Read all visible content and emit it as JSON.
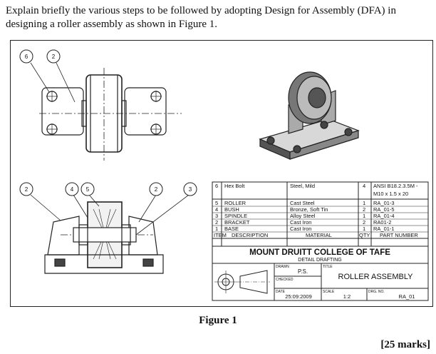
{
  "question": {
    "text": "Explain briefly the various steps to be followed by adopting Design for Assembly (DFA) in designing a roller assembly as shown in Figure 1."
  },
  "balloons": {
    "top": [
      "6",
      "2"
    ],
    "bottom": [
      "2",
      "4",
      "5",
      "2",
      "3"
    ]
  },
  "parts_list": {
    "rows": [
      {
        "item": "6",
        "description": "Hex Bolt",
        "material": "Steel, Mild",
        "qty": "4",
        "part_number": "ANSI B18.2.3.5M -",
        "part_number_2": "M10 x 1.5 x 20"
      },
      {
        "item": "5",
        "description": "ROLLER",
        "material": "Cast Steel",
        "qty": "1",
        "part_number": "RA_01-3"
      },
      {
        "item": "4",
        "description": "BUSH",
        "material": "Bronze, Soft Tin",
        "qty": "2",
        "part_number": "RA_01-5"
      },
      {
        "item": "3",
        "description": "SPINDLE",
        "material": "Alloy Steel",
        "qty": "1",
        "part_number": "RA_01-4"
      },
      {
        "item": "2",
        "description": "BRACKET",
        "material": "Cast Iron",
        "qty": "2",
        "part_number": "RA01-2"
      },
      {
        "item": "1",
        "description": "BASE",
        "material": "Cast Iron",
        "qty": "1",
        "part_number": "RA_01-1"
      }
    ],
    "headers": {
      "item": "ITEM",
      "description": "DESCRIPTION",
      "material": "MATERIAL",
      "qty": "QTY",
      "part_number": "PART NUMBER"
    }
  },
  "title_block": {
    "school": "MOUNT DRUITT COLLEGE OF TAFE",
    "subtitle": "DETAIL DRAFTING",
    "drawn_label": "DRAWN",
    "drawn_value": "P.S.",
    "checked_label": "CHECKED",
    "title_label": "TITLE",
    "title_value": "ROLLER ASSEMBLY",
    "date_label": "DATE",
    "date_value": "25:09:2009",
    "scale_label": "SCALE",
    "scale_value": "1:2",
    "drg_label": "DRG. NO.",
    "drg_value": "RA_01"
  },
  "figure_caption": "Figure 1",
  "marks": "[25 marks]"
}
